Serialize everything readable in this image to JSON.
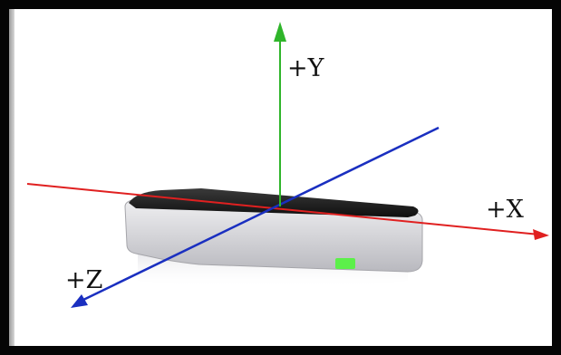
{
  "axes": {
    "y": {
      "label": "+Y",
      "color": "#2fb52a"
    },
    "x": {
      "label": "+X",
      "color": "#e02020"
    },
    "z": {
      "label": "+Z",
      "color": "#1a2fc0"
    }
  },
  "device": {
    "body_color": "#d9d9dc",
    "top_color": "#1a1a1a",
    "indicator_color": "#5cf04a"
  },
  "frame_color": "#050505",
  "background_color": "#ffffff"
}
